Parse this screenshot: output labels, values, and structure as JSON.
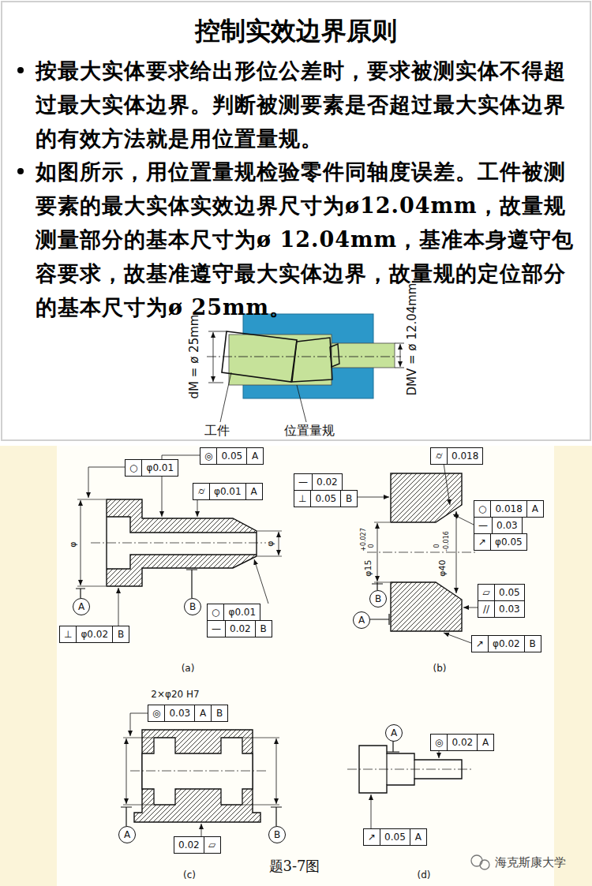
{
  "diagram": {
    "title": "控制实效边界原则",
    "caption": "题3-7图",
    "nodes": [
      {
        "text": [
          "○",
          "φ0.01"
        ]
      },
      {
        "text": [
          "◎",
          "0.05",
          "A"
        ]
      },
      {
        "text": [
          "⌭",
          "φ0.01",
          "A"
        ]
      },
      {
        "text": [
          "⌭",
          "0.018"
        ]
      },
      {
        "text": [
          "—",
          "0.02"
        ]
      },
      {
        "text": [
          "⊥",
          "0.05",
          "B"
        ]
      },
      {
        "text": [
          "○",
          "0.018",
          "A"
        ]
      },
      {
        "text": [
          "—",
          "0.03"
        ]
      },
      {
        "text": [
          "↗",
          "φ0.05"
        ]
      },
      {
        "text": [
          "▱",
          "0.05"
        ]
      },
      {
        "text": [
          "//",
          "0.03"
        ]
      },
      {
        "text": [
          "A"
        ]
      },
      {
        "text": [
          "B"
        ]
      },
      {
        "text": [
          "○",
          "φ0.01"
        ]
      },
      {
        "text": [
          "—",
          "0.02",
          "B"
        ]
      },
      {
        "text": [
          "⊥",
          "φ0.02",
          "B"
        ]
      },
      {
        "text": [
          "B"
        ]
      },
      {
        "text": [
          "A"
        ]
      },
      {
        "text": [
          "↗",
          "φ0.02",
          "B"
        ]
      },
      {
        "text": [
          "◎",
          "0.03",
          "A",
          "B"
        ]
      },
      {
        "text": [
          "A"
        ]
      },
      {
        "text": [
          "◎",
          "0.02",
          "A"
        ]
      },
      {
        "text": [
          "A"
        ]
      },
      {
        "text": [
          "B"
        ]
      },
      {
        "text": [
          "0.02",
          "▱"
        ]
      },
      {
        "text": [
          "↗",
          "0.05",
          "A"
        ]
      }
    ],
    "labels": [
      "按最大实体要求给出形位公差时，要求被测实体不得超过最大实体边界。判断被测要素是否超过最大实体边界的有效方法就是用位置量规。",
      "如图所示，用位置量规检验零件同轴度误差。工件被测要素的最大实体实效边界尺寸为ø12.04mm，故量规测量部分的基本尺寸为ø 12.04mm，基准本身遵守包容要求，故基准遵守最大实体边界，故量规的定位部分的基本尺寸为ø 25mm。",
      "dM = ø 25mm",
      "DMV = ø 12.04mm",
      "工件",
      "位置量规",
      "φ",
      "φ",
      "φ15",
      "+0.027",
      "0",
      "φ40",
      "0",
      "-0.016",
      "(a)",
      "(b)",
      "2×φ20 H7",
      "(c)",
      "(d)",
      "海克斯康大学"
    ]
  }
}
